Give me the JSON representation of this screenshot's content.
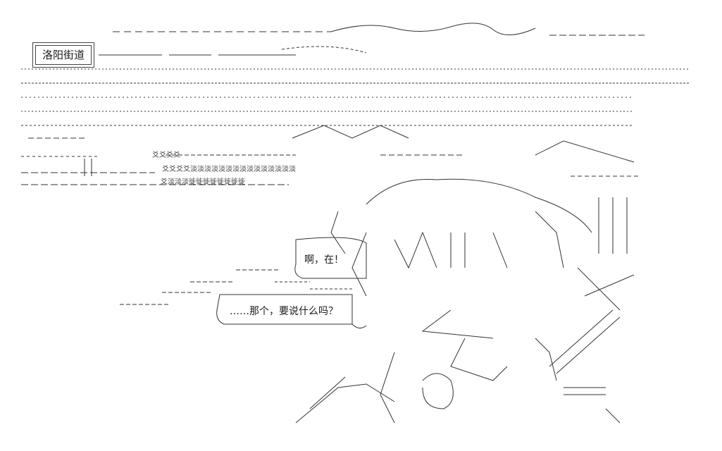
{
  "place_label": "洛阳街道",
  "speech": [
    "啊，在！",
    "……那个，要说什么吗？"
  ]
}
